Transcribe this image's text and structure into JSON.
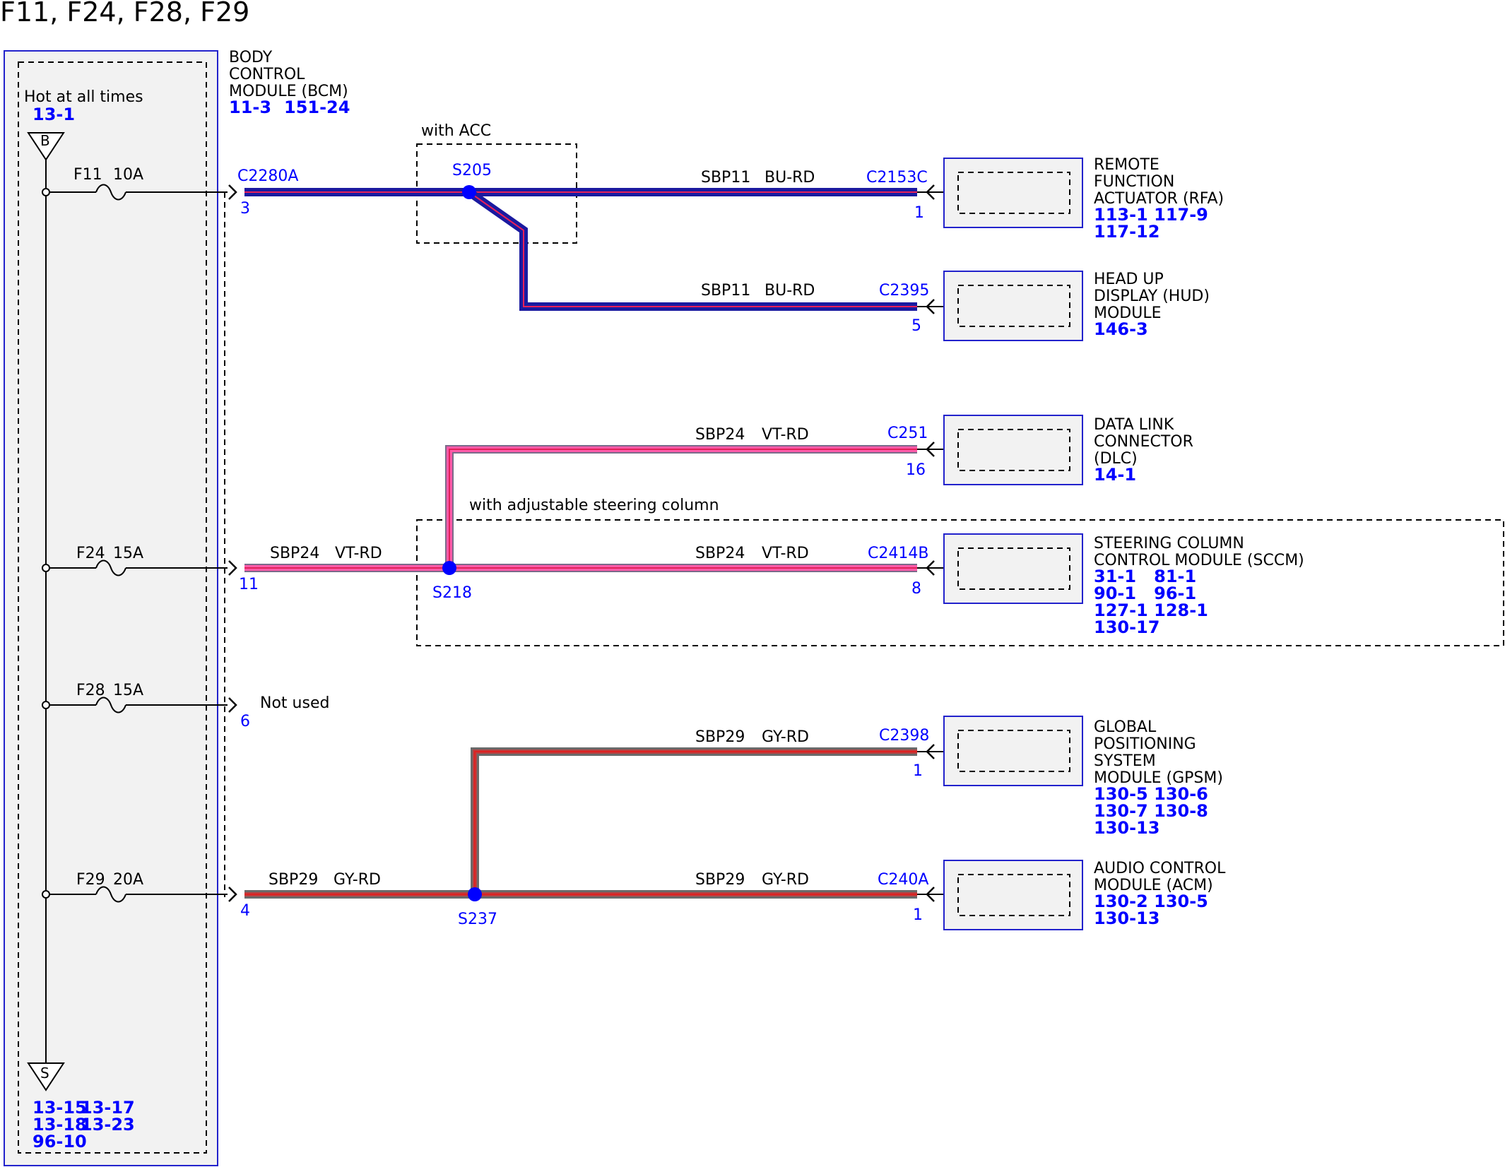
{
  "title": "F11, F24, F28, F29",
  "bcm": {
    "name_lines": [
      "BODY",
      "CONTROL",
      "MODULE (BCM)"
    ],
    "refs": [
      "11-3",
      "151-24"
    ],
    "hot_label": "Hot at all times",
    "hot_ref": "13-1",
    "top_symbol": "B",
    "bottom_symbol": "S",
    "bottom_refs": [
      [
        "13-15",
        "13-17"
      ],
      [
        "13-18",
        "13-23"
      ],
      [
        "96-10"
      ]
    ]
  },
  "fuses": [
    {
      "id": "f11",
      "name": "F11",
      "rating": "10A"
    },
    {
      "id": "f24",
      "name": "F24",
      "rating": "15A"
    },
    {
      "id": "f28",
      "name": "F28",
      "rating": "15A"
    },
    {
      "id": "f29",
      "name": "F29",
      "rating": "20A"
    }
  ],
  "bcm_pins": {
    "f11": {
      "connector": "C2280A",
      "pin": "3"
    },
    "f24": {
      "pin": "11"
    },
    "f28": {
      "pin": "6",
      "note": "Not used"
    },
    "f29": {
      "pin": "4"
    }
  },
  "options": {
    "acc": "with ACC",
    "steering": "with adjustable steering column"
  },
  "splices": [
    {
      "id": "s205",
      "name": "S205"
    },
    {
      "id": "s218",
      "name": "S218"
    },
    {
      "id": "s237",
      "name": "S237"
    }
  ],
  "circuits": [
    {
      "id": "sbp11",
      "name": "SBP11",
      "color_code": "BU-RD",
      "colors": [
        "#1a1aa0",
        "#e8205a"
      ]
    },
    {
      "id": "sbp24",
      "name": "SBP24",
      "color_code": "VT-RD",
      "colors": [
        "#e8609a",
        "#ff2080"
      ]
    },
    {
      "id": "sbp29",
      "name": "SBP29",
      "color_code": "GY-RD",
      "colors": [
        "#8a8a8a",
        "#d8282a"
      ]
    }
  ],
  "wire_labels": [
    {
      "id": "w1",
      "circuit": "SBP11",
      "color": "BU-RD"
    },
    {
      "id": "w2",
      "circuit": "SBP11",
      "color": "BU-RD"
    },
    {
      "id": "w3",
      "circuit": "SBP24",
      "color": "VT-RD"
    },
    {
      "id": "w4",
      "circuit": "SBP24",
      "color": "VT-RD"
    },
    {
      "id": "w5",
      "circuit": "SBP24",
      "color": "VT-RD"
    },
    {
      "id": "w6",
      "circuit": "SBP29",
      "color": "GY-RD"
    },
    {
      "id": "w7",
      "circuit": "SBP29",
      "color": "GY-RD"
    },
    {
      "id": "w8",
      "circuit": "SBP29",
      "color": "GY-RD"
    }
  ],
  "modules": [
    {
      "id": "rfa",
      "connector": "C2153C",
      "pin": "1",
      "name_lines": [
        "REMOTE",
        "FUNCTION",
        "ACTUATOR (RFA)"
      ],
      "ref_lines": [
        "113-1 117-9",
        "117-12"
      ]
    },
    {
      "id": "hud",
      "connector": "C2395",
      "pin": "5",
      "name_lines": [
        "HEAD UP",
        "DISPLAY (HUD)",
        "MODULE"
      ],
      "ref_lines": [
        "146-3"
      ]
    },
    {
      "id": "dlc",
      "connector": "C251",
      "pin": "16",
      "name_lines": [
        "DATA LINK",
        "CONNECTOR",
        "(DLC)"
      ],
      "ref_lines": [
        "14-1"
      ]
    },
    {
      "id": "sccm",
      "connector": "C2414B",
      "pin": "8",
      "name_lines": [
        "STEERING COLUMN",
        "CONTROL MODULE (SCCM)"
      ],
      "ref_lines": [
        "31-1   81-1",
        "90-1   96-1",
        "127-1 128-1",
        "130-17"
      ]
    },
    {
      "id": "gpsm",
      "connector": "C2398",
      "pin": "1",
      "name_lines": [
        "GLOBAL",
        "POSITIONING",
        "SYSTEM",
        "MODULE (GPSM)"
      ],
      "ref_lines": [
        "130-5 130-6",
        "130-7 130-8",
        "130-13"
      ]
    },
    {
      "id": "acm",
      "connector": "C240A",
      "pin": "1",
      "name_lines": [
        "AUDIO CONTROL",
        "MODULE (ACM)"
      ],
      "ref_lines": [
        "130-2 130-5",
        "130-13"
      ]
    }
  ],
  "colors": {
    "module_border": "#2222cc",
    "module_fill": "#f2f2f2",
    "label_blue": "#0000ff",
    "splice_blue": "#0000ff"
  }
}
